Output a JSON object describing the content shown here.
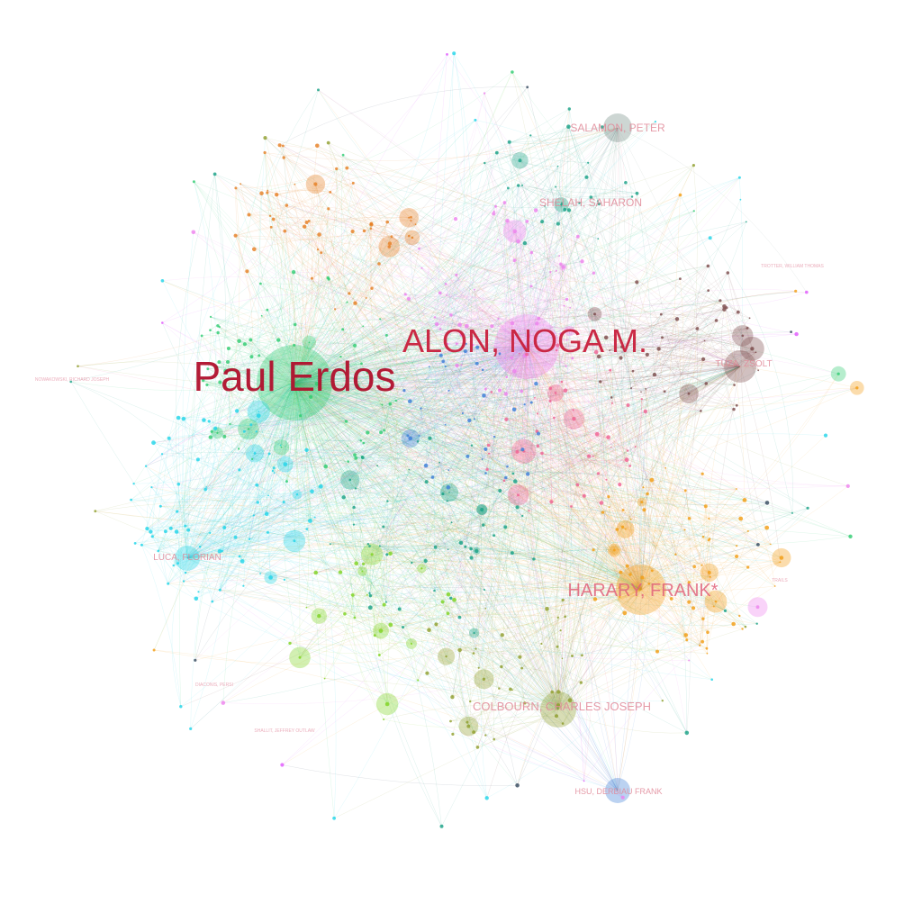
{
  "graph": {
    "title": "",
    "palette": {
      "green": "#2ecc71",
      "teal": "#16a085",
      "cyan": "#1fd5e8",
      "orange": "#f39c12",
      "dark_orange": "#e67e22",
      "pink": "#ee82ee",
      "magenta": "#e056fd",
      "red": "#e74c3c",
      "crimson": "#c0143c",
      "blue": "#3b7dd8",
      "navy": "#34495e",
      "brown": "#7b4a4a",
      "olive": "#8e9e2c",
      "lime": "#7ed321",
      "gray": "#708a80",
      "rose": "#f06292"
    },
    "labels": [
      {
        "id": "erdos",
        "text": "Paul Erdos",
        "tier": "major",
        "color": "#b0102c"
      },
      {
        "id": "alon",
        "text": "ALON, NOGA M.",
        "tier": "major",
        "color": "#c8203c"
      },
      {
        "id": "harary",
        "text": "HARARY, FRANK*",
        "tier": "medium",
        "color": "#e0607a"
      },
      {
        "id": "salamon",
        "text": "SALAMON, PETER",
        "tier": "small",
        "color": "#e08898"
      },
      {
        "id": "shelah",
        "text": "SHELAH, SAHARON",
        "tier": "small",
        "color": "#e08898"
      },
      {
        "id": "tuza",
        "text": "TUZA, ZSOLT",
        "tier": "small",
        "color": "#e08898"
      },
      {
        "id": "luca",
        "text": "LUCA, FLORIAN",
        "tier": "small",
        "color": "#e08898"
      },
      {
        "id": "colbourn",
        "text": "COLBOURN, CHARLES JOSEPH",
        "tier": "small",
        "color": "#e08898"
      },
      {
        "id": "hsu",
        "text": "HSU, DERBIAU FRANK",
        "tier": "tiny",
        "color": "#e08898"
      },
      {
        "id": "nowakowski",
        "text": "NOWAKOWSKI, RICHARD JOSEPH",
        "tier": "tiny",
        "color": "#e8a0b0"
      },
      {
        "id": "diaconis",
        "text": "DIACONIS, PERSI",
        "tier": "tiny",
        "color": "#e8a0b0"
      },
      {
        "id": "shallit",
        "text": "SHALLIT, JEFFREY OUTLAW",
        "tier": "tiny",
        "color": "#e8a0b0"
      },
      {
        "id": "trotter",
        "text": "TROTTER, WILLIAM THOMAS",
        "tier": "tiny",
        "color": "#e8a0b0"
      },
      {
        "id": "ravi",
        "text": "TRAILS",
        "tier": "tiny",
        "color": "#e8a0b0"
      }
    ]
  }
}
